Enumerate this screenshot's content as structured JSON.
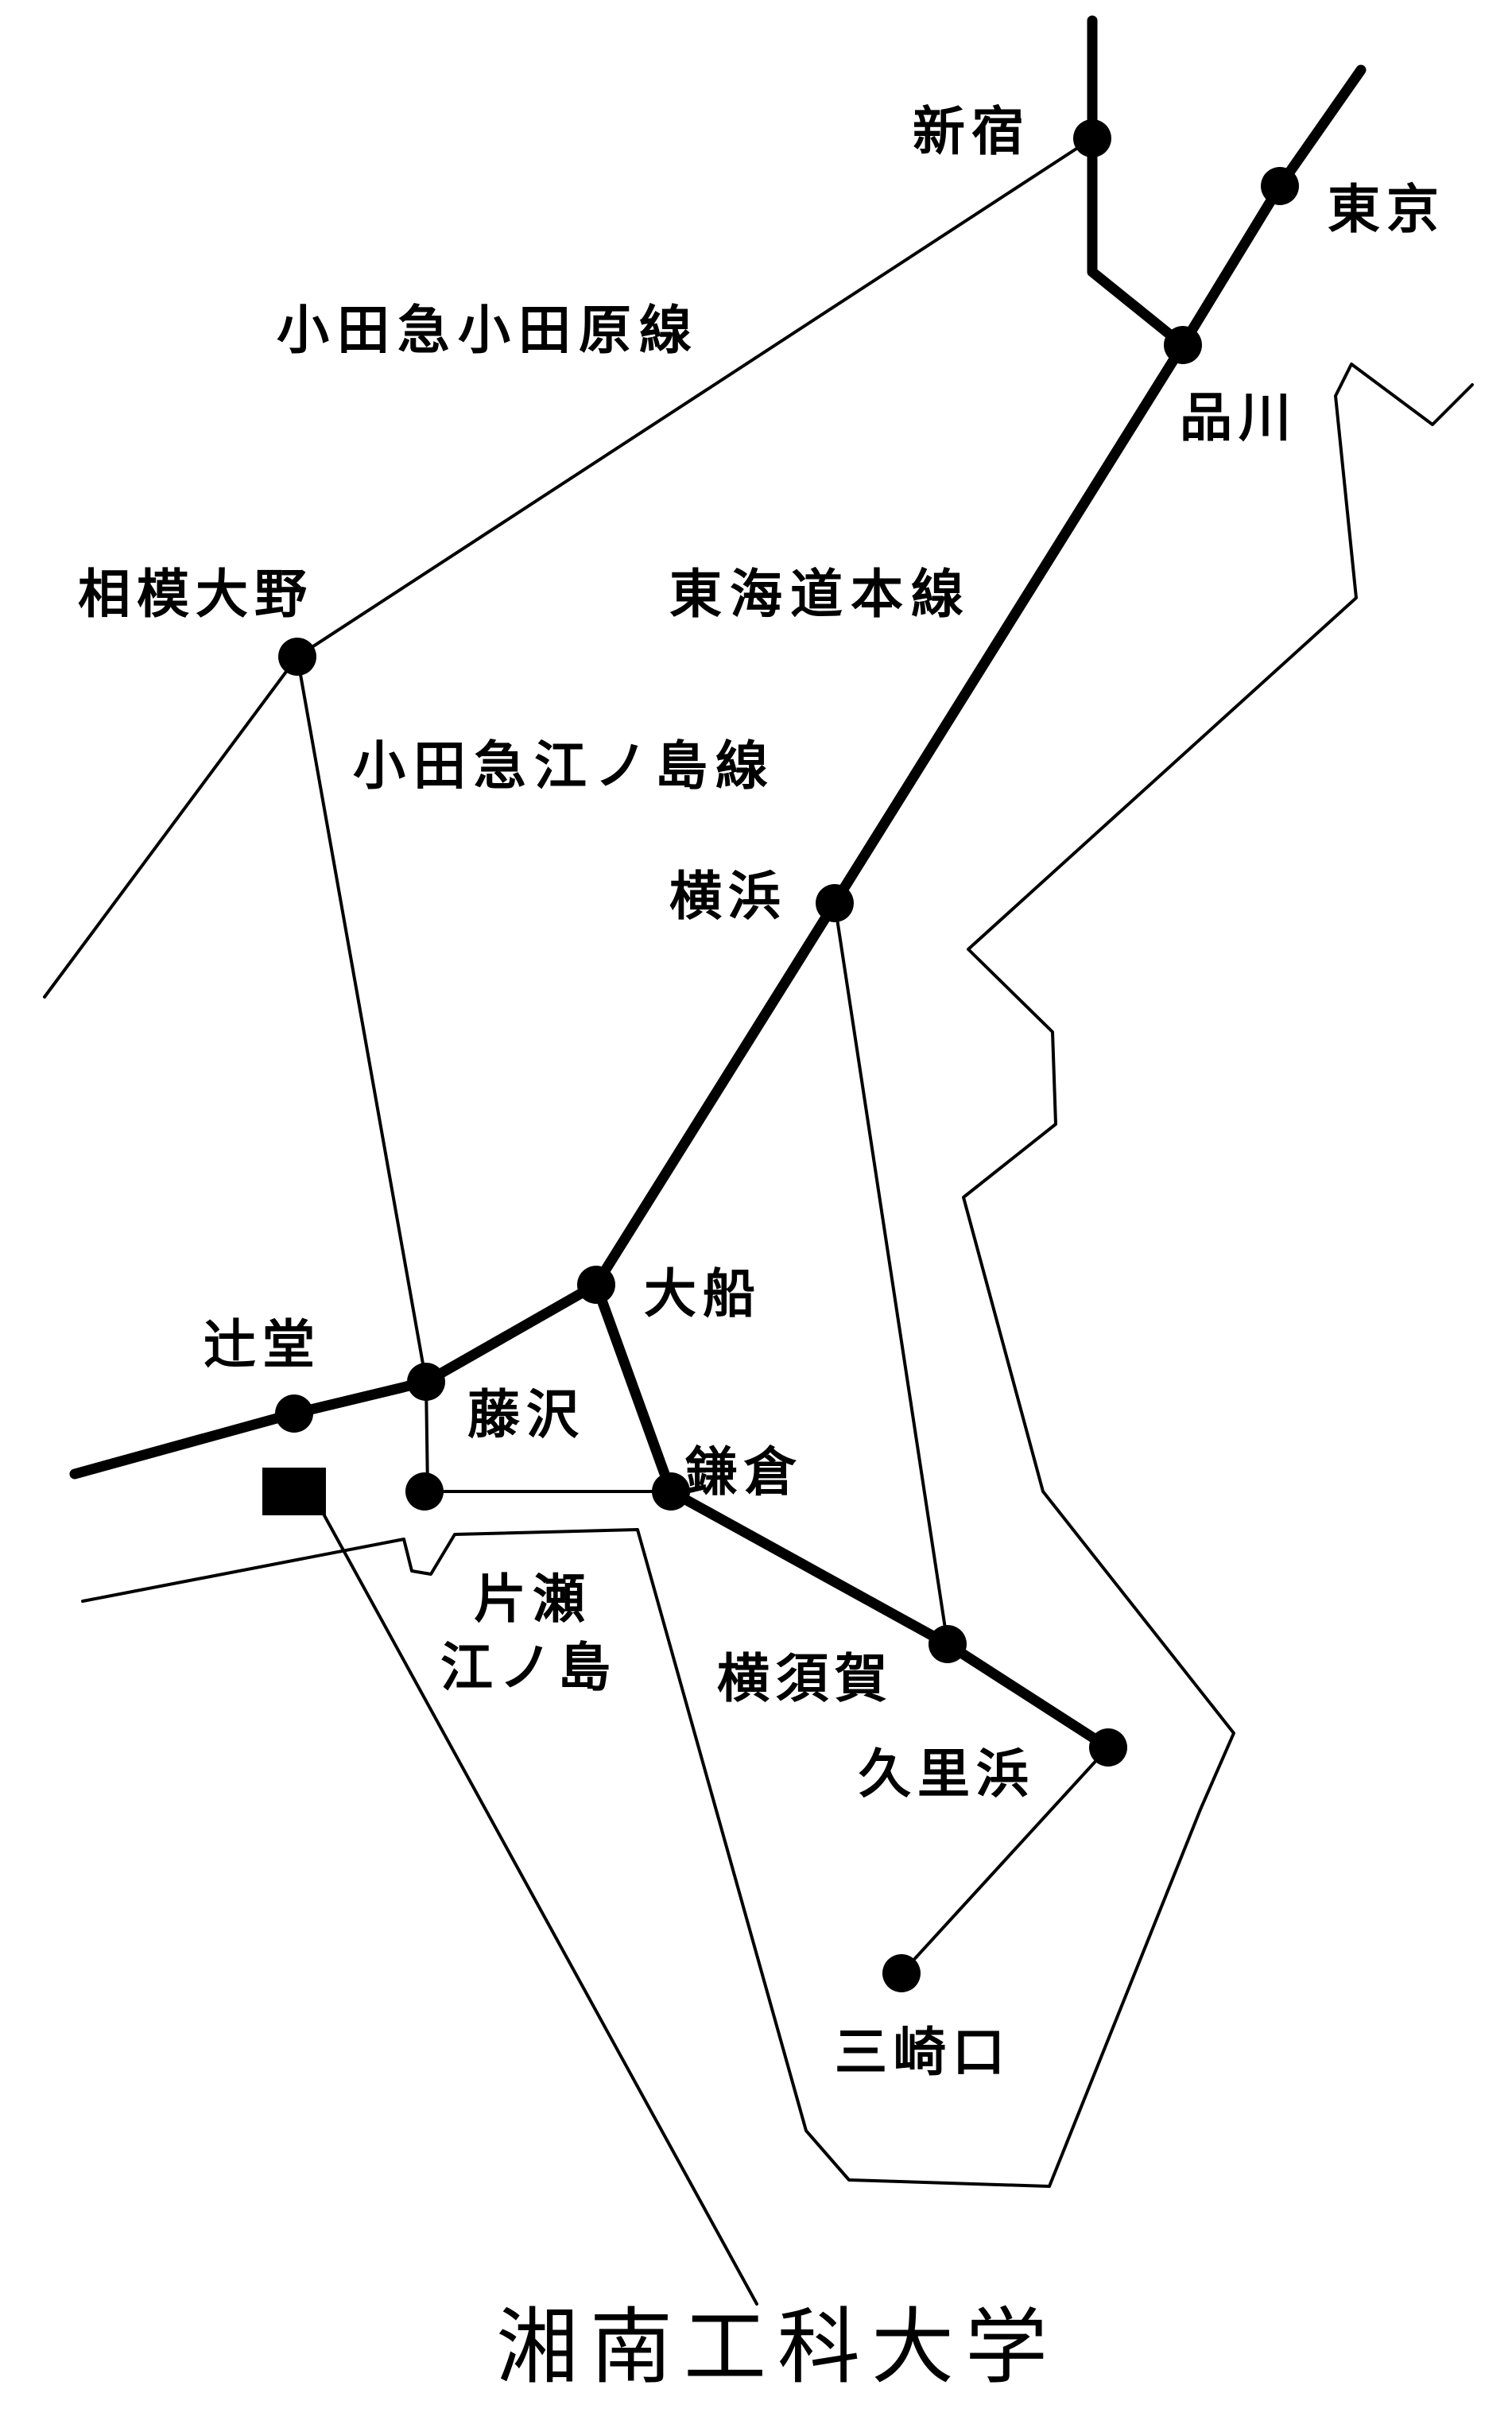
{
  "map": {
    "title": "湘南工科大学",
    "lines": {
      "odakyu_odawara": "小田急小田原線",
      "tokaido": "東海道本線",
      "odakyu_enoshima": "小田急江ノ島線"
    },
    "stations": {
      "shinjuku": "新宿",
      "tokyo": "東京",
      "shinagawa": "品川",
      "sagami_ono": "相模大野",
      "yokohama": "横浜",
      "ofuna": "大船",
      "tsujido": "辻堂",
      "fujisawa": "藤沢",
      "kamakura": "鎌倉",
      "katase_line1": "片瀬",
      "katase_line2": "江ノ島",
      "yokosuka": "横須賀",
      "kurihama": "久里浜",
      "misakiguchi": "三崎口"
    },
    "colors": {
      "ink": "#000000",
      "paper": "#ffffff"
    }
  }
}
